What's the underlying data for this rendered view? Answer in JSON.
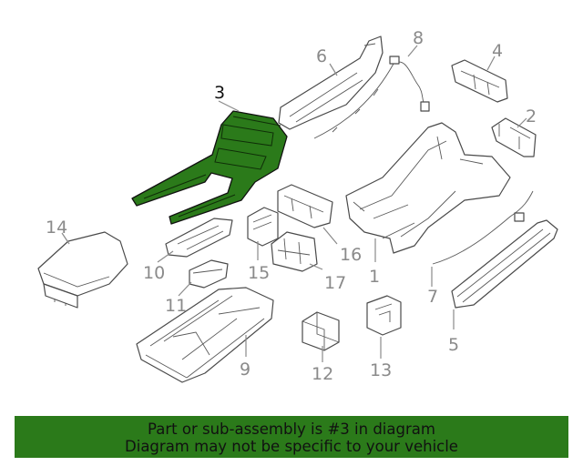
{
  "callouts": {
    "c1": "1",
    "c2": "2",
    "c3": "3",
    "c4": "4",
    "c5": "5",
    "c6": "6",
    "c7": "7",
    "c8": "8",
    "c9": "9",
    "c10": "10",
    "c11": "11",
    "c12": "12",
    "c13": "13",
    "c14": "14",
    "c15": "15",
    "c16": "16",
    "c17": "17"
  },
  "highlight": {
    "part_number": "3",
    "color": "#2b7a1a"
  },
  "banner": {
    "line1": "Part or sub-assembly is #3 in diagram",
    "line2": "Diagram may not be specific to your vehicle"
  }
}
